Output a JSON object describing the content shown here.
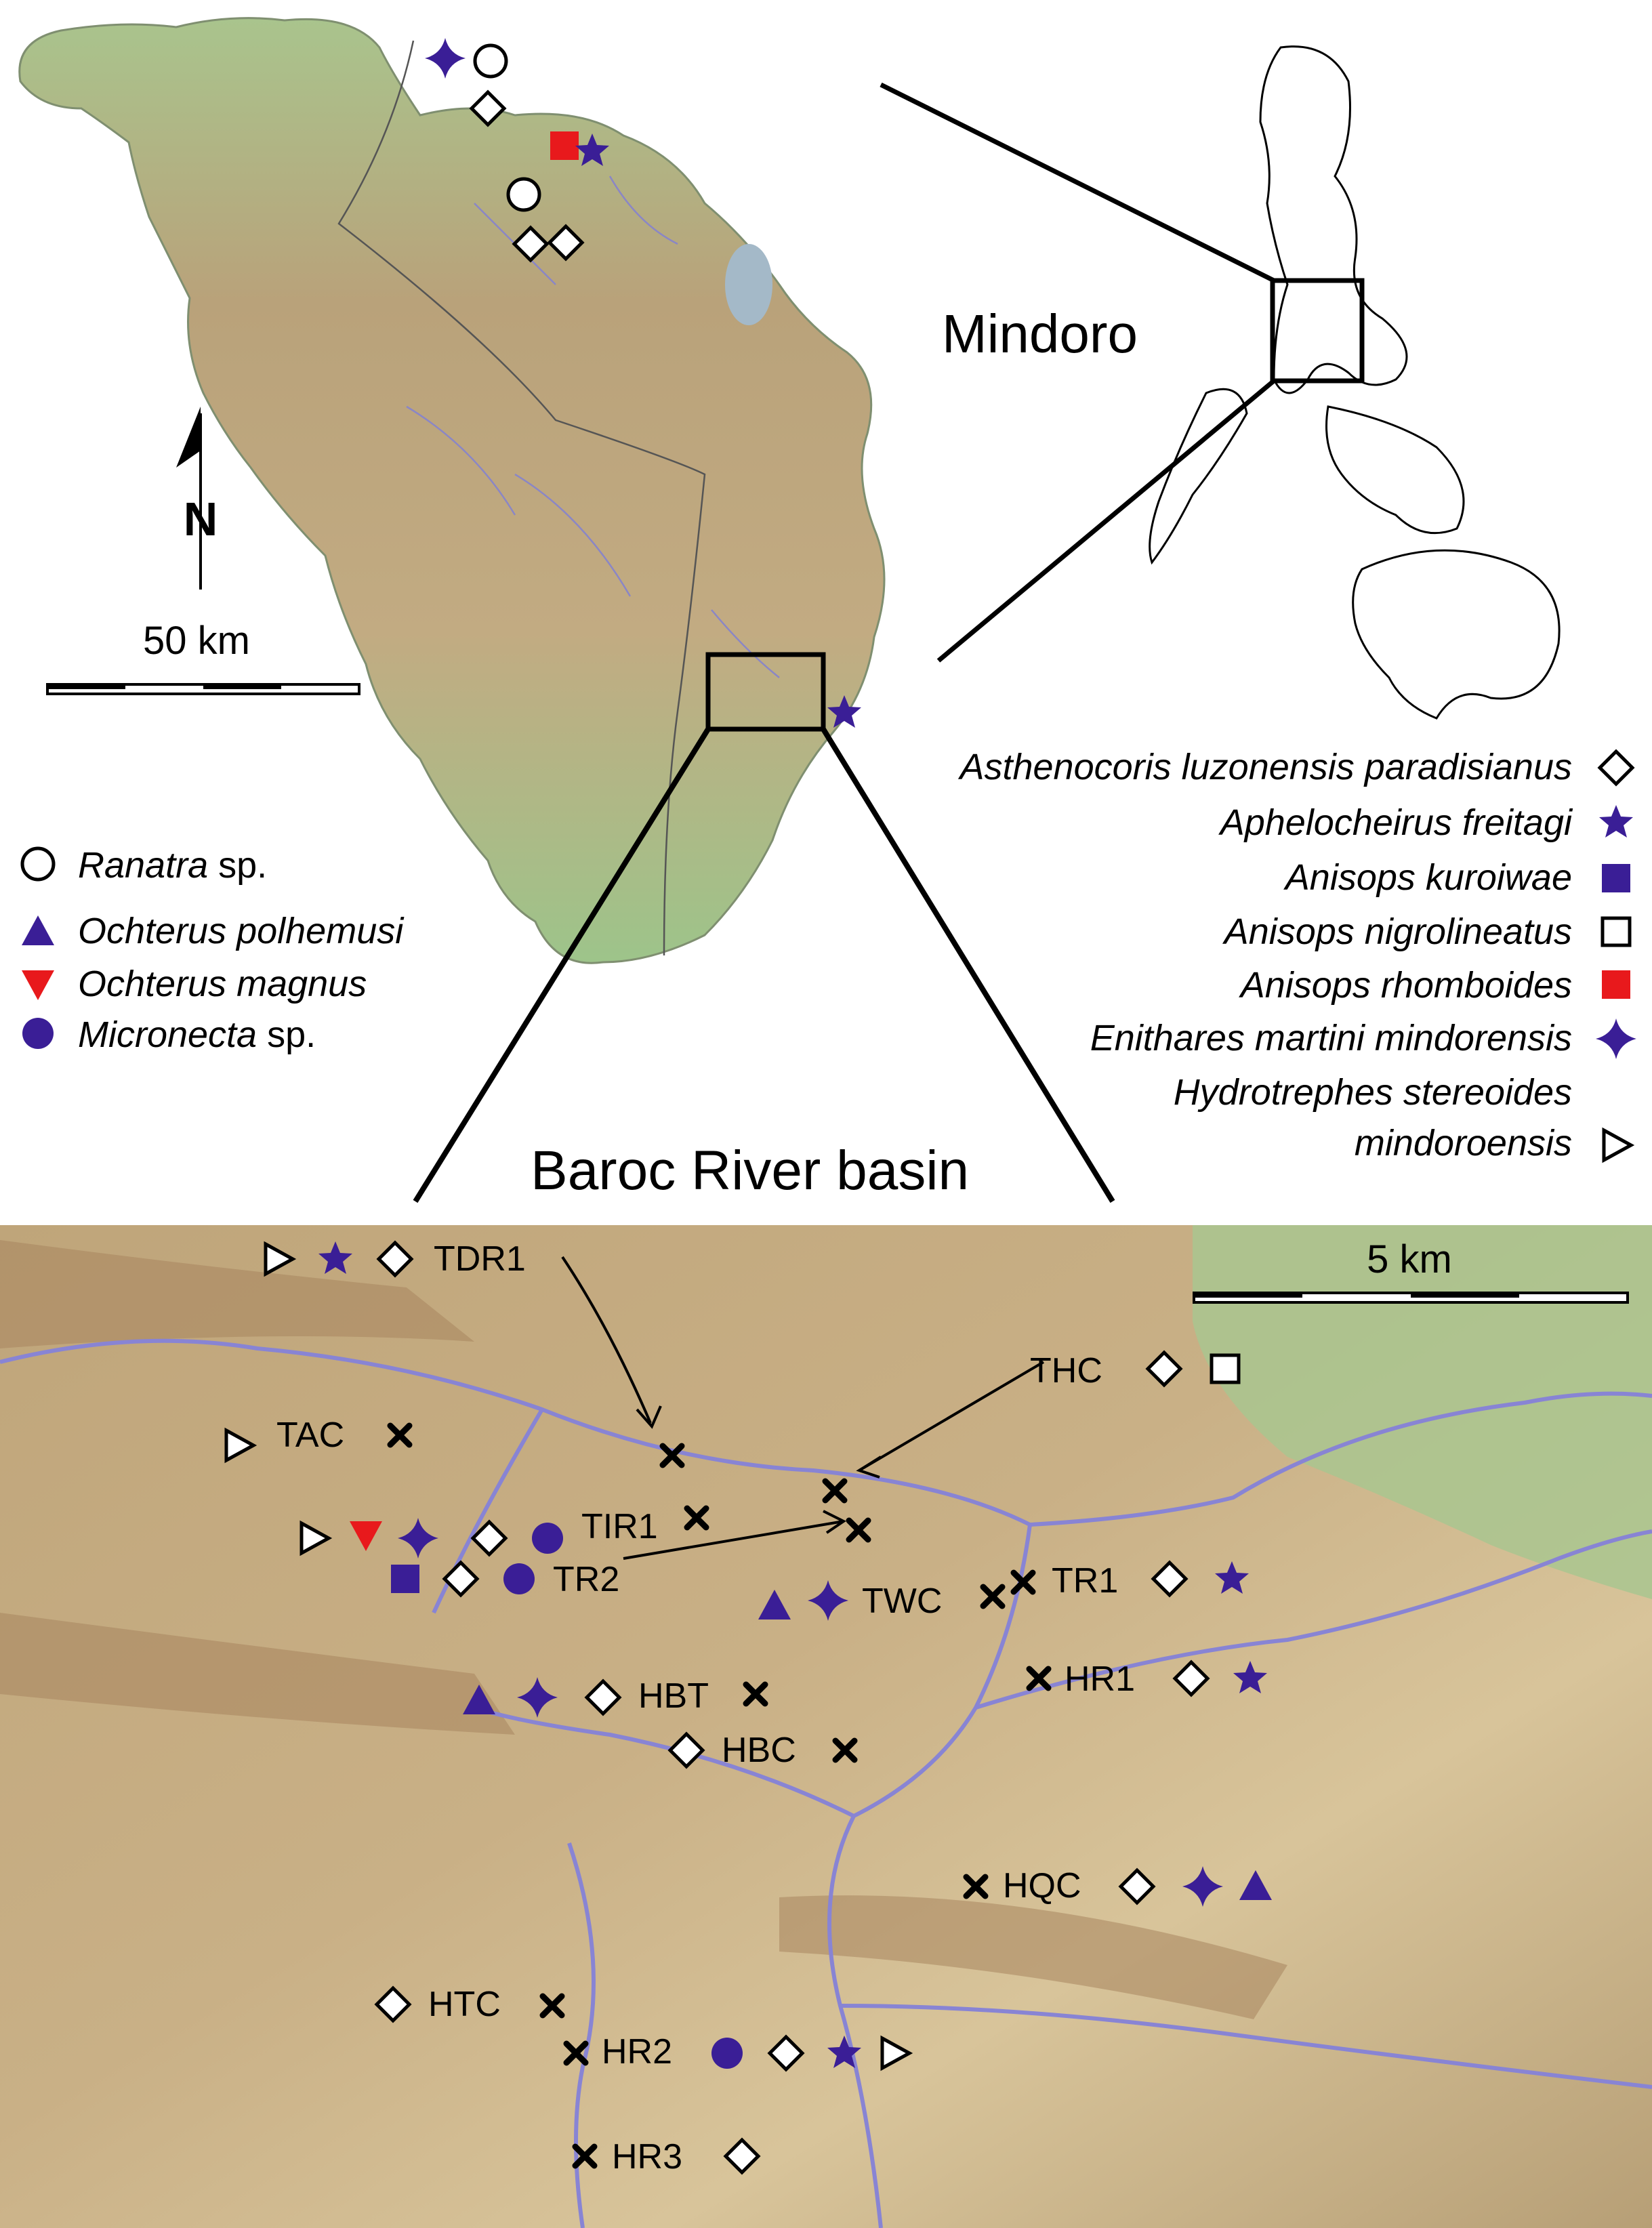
{
  "labels": {
    "mindoro": "Mindoro",
    "basin": "Baroc River basin",
    "scale_top": "50 km",
    "scale_bottom": "5 km",
    "north": "N"
  },
  "legend_left": [
    {
      "symbol": "circle-open",
      "genus": "Ranatra",
      "rest": " sp."
    },
    {
      "symbol": "triangle-purple",
      "genus": "Ochterus polhemusi",
      "rest": ""
    },
    {
      "symbol": "triangle-down-red",
      "genus": "Ochterus magnus",
      "rest": ""
    },
    {
      "symbol": "circle-purple",
      "genus": "Micronecta",
      "rest": " sp."
    }
  ],
  "legend_right": [
    {
      "symbol": "diamond",
      "text": "Asthenocoris luzonensis paradisianus"
    },
    {
      "symbol": "star",
      "text": "Aphelocheirus freitagi"
    },
    {
      "symbol": "square-purple",
      "text": "Anisops kuroiwae"
    },
    {
      "symbol": "square-open",
      "text": "Anisops nigrolineatus"
    },
    {
      "symbol": "square-red",
      "text": "Anisops rhomboides"
    },
    {
      "symbol": "diamond-star",
      "text": "Enithares martini mindorensis"
    },
    {
      "symbol": "triangle-right-open",
      "text": "Hydrotrephes  stereoides"
    },
    {
      "symbol": "",
      "text": "mindoroensis"
    }
  ],
  "sites": [
    "TDR1",
    "THC",
    "TAC",
    "TIR1",
    "TR2",
    "TWC",
    "TR1",
    "HR1",
    "HBT",
    "HBC",
    "HQC",
    "HTC",
    "HR2",
    "HR3"
  ],
  "colors": {
    "purple": "#3a1e96",
    "red": "#e8191c",
    "land": "#b0a070",
    "lowland": "#8fbf7a"
  }
}
